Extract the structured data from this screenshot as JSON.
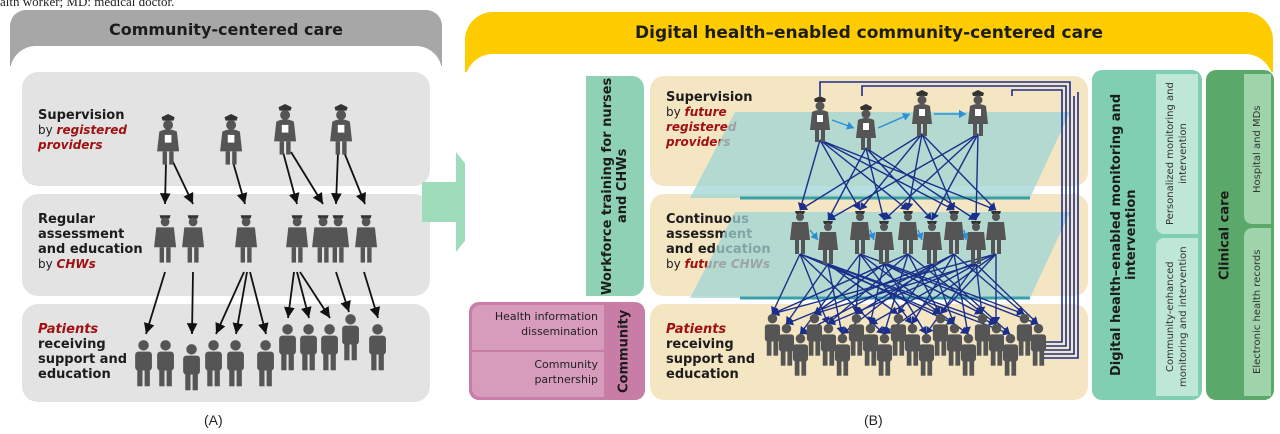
{
  "top_fragment": "alth worker; MD: medical doctor.",
  "panel_a": {
    "title": "Community-centered care",
    "caption": "(A)",
    "tiers": [
      {
        "line1": "Supervision",
        "by": "by ",
        "emph": "registered providers"
      },
      {
        "line1": "Regular assessment and education",
        "by": "by ",
        "emph": "CHWs"
      },
      {
        "line1": "Patients",
        "rest": "receiving support and education"
      }
    ]
  },
  "panel_b": {
    "title": "Digital health–enabled community-centered care",
    "caption": "(B)",
    "workforce": "Workforce training for nurses and CHWs",
    "community_label": "Community",
    "community_items": [
      "Health information dissemination",
      "Community partnership"
    ],
    "tiers": [
      {
        "line1": "Supervision",
        "by": "by ",
        "emph": "future registered providers"
      },
      {
        "line1": "Continuous assessment and education",
        "by": "by ",
        "emph": "future CHWs"
      },
      {
        "line1": "Patients",
        "rest": "receiving support and education"
      }
    ],
    "digital": {
      "title": "Digital health–enabled monitoring and intervention",
      "items": [
        "Personalized monitoring and intervention",
        "Community-enhanced monitoring and intervention"
      ]
    },
    "clinical": {
      "title": "Clinical care",
      "items": [
        "Hospital and MDs",
        "Electronic health records"
      ]
    }
  },
  "colors": {
    "panel_a_header": "#a7a7a7",
    "panel_a_tier": "#e3e3e3",
    "panel_b_header": "#ffcc00",
    "panel_b_tier": "#f4e6c3",
    "workforce": "#8fd1b4",
    "community": "#c77da6",
    "digital": "#7fcfb0",
    "clinical": "#5aa96a",
    "arrow_green": "#9fdcbb",
    "figure": "#555555",
    "emphasis": "#a01010",
    "plane": "#9fd4d4",
    "network_line": "#1b2f8a",
    "peer_arrow": "#2b8fd6"
  }
}
